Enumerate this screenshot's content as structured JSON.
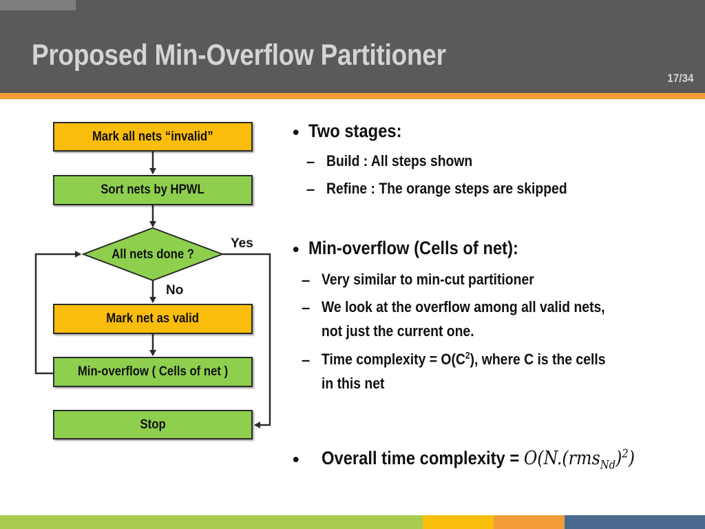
{
  "slide": {
    "title": "Proposed Min-Overflow Partitioner",
    "page_number": "17/34"
  },
  "flowchart": {
    "step1": "Mark all nets “invalid”",
    "step2": "Sort nets by HPWL",
    "decision": "All nets done ?",
    "yes_label": "Yes",
    "no_label": "No",
    "step3": "Mark net as valid",
    "step4": "Min-overflow ( Cells of net )",
    "stop": "Stop"
  },
  "bullets": {
    "b1": {
      "text": "Two stages:",
      "sub1": "Build : All steps shown",
      "sub2": "Refine : The orange steps are skipped"
    },
    "b2": {
      "text": "Min-overflow (Cells of net):",
      "sub1": "Very similar to min-cut partitioner",
      "sub2_line1": "We look at the overflow among all valid nets,",
      "sub2_line2": "not just the current one.",
      "sub3_prefix": "Time complexity = O(C",
      "sub3_sup": "2",
      "sub3_suffix": "), where C is the cells",
      "sub3_line2": "in this net"
    },
    "b3": {
      "text": "Overall time complexity = ",
      "formula_main": "O(N.(rms",
      "formula_sub": "Nd",
      "formula_tail": ")",
      "formula_sup": "2",
      "formula_close": ")"
    },
    "bullet_marker": "•",
    "dash_marker": "–"
  },
  "colors": {
    "header_bg": "#5a5a5a",
    "accent_orange": "#f29d38",
    "box_orange": "#fbbd0b",
    "box_green": "#8ed04e",
    "footer_green": "#a9cb4e",
    "footer_yellow": "#fbbd0b",
    "footer_orange": "#f29d38",
    "footer_blue": "#4a6b8f"
  }
}
